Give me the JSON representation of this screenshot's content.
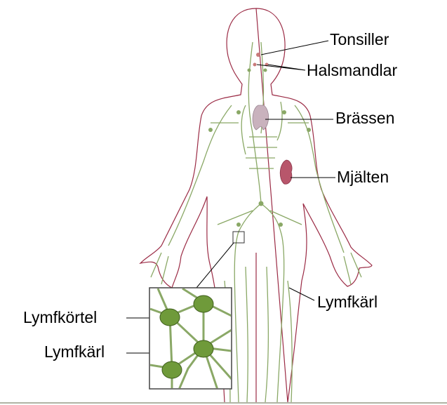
{
  "labels": {
    "tonsils": "Tonsiller",
    "adenoids": "Halsmandlar",
    "thymus": "Brässen",
    "spleen": "Mjälten",
    "vessels_body": "Lymfkärl",
    "node_inset": "Lymfkörtel",
    "vessels_inset": "Lymfkärl"
  },
  "colors": {
    "outline": "#9b2b45",
    "lymph": "#8aa866",
    "node": "#6f9a3a",
    "thymus": "#c9b2bd",
    "spleen": "#b8566b"
  }
}
